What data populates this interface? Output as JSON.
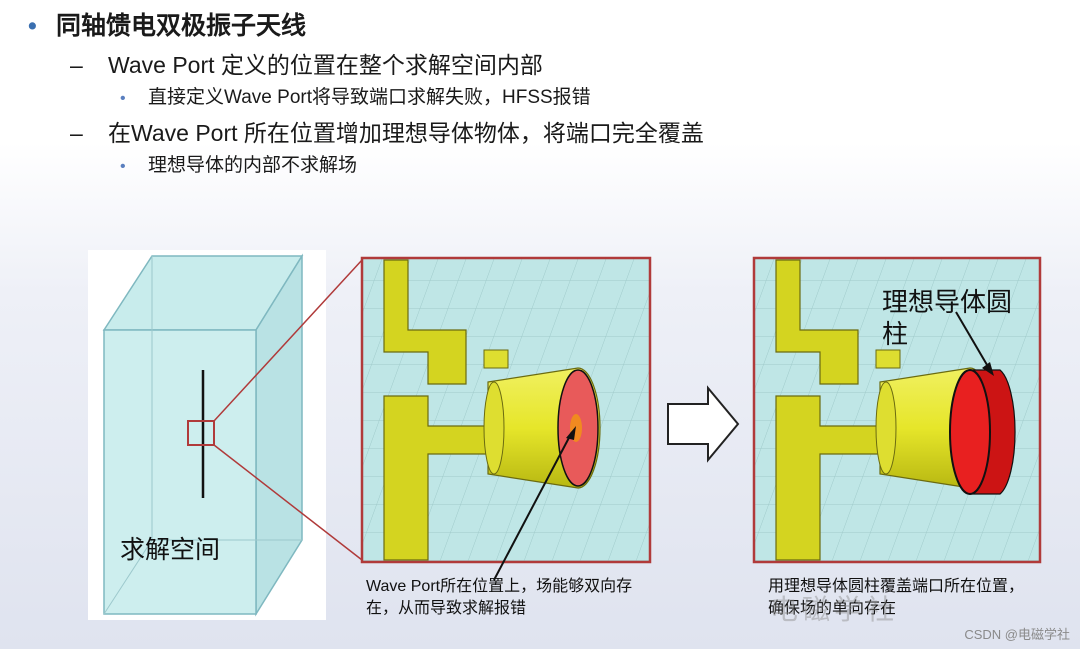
{
  "bullets": {
    "title": "同轴馈电双极振子天线",
    "item1": "Wave Port 定义的位置在整个求解空间内部",
    "item1_sub": "直接定义Wave Port将导致端口求解失败，HFSS报错",
    "item2": "在Wave Port 所在位置增加理想导体物体，将端口完全覆盖",
    "item2_sub": "理想导体的内部不求解场"
  },
  "markers": {
    "bullet": "•",
    "dash": "–",
    "sub": "•"
  },
  "figure": {
    "space_label": "求解空间",
    "cylinder_label": "理想导体圆柱",
    "caption_left": "Wave Port所在位置上，场能够双向存在，从而导致求解报错",
    "caption_right": "用理想导体圆柱覆盖端口所在位置，确保场的单向存在"
  },
  "watermark": {
    "brand": "电磁学社",
    "csdn": "CSDN @电磁学社"
  },
  "colors": {
    "frame": "#b03a3a",
    "conductor": "#e6e62a",
    "port": "#e85a5a",
    "pec": "#e01818",
    "grid_bg": "#bfe6e6"
  }
}
